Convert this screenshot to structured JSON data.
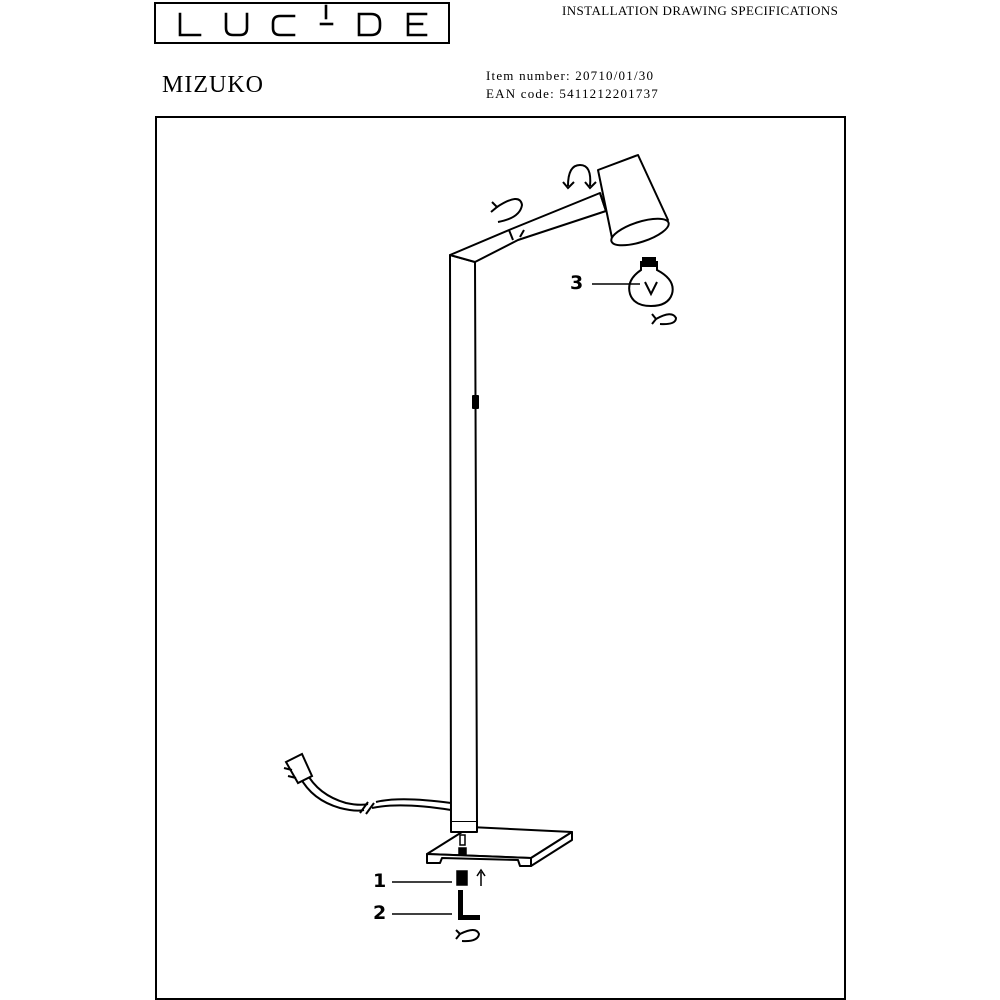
{
  "header": {
    "brand": "LUCIDE",
    "document_title": "INSTALLATION DRAWING SPECIFICATIONS",
    "product_name": "MIZUKO",
    "item_number": "Item number: 20710/01/30",
    "ean_code": "EAN code: 5411212201737"
  },
  "drawing": {
    "callouts": [
      "1",
      "2",
      "3"
    ],
    "icons": [
      "floor-lamp-drawing",
      "rotate-arrow-icon",
      "tilt-arrow-icon",
      "light-bulb-icon",
      "power-plug-icon",
      "screw-icon",
      "hex-key-icon",
      "turn-arrow-icon"
    ]
  }
}
